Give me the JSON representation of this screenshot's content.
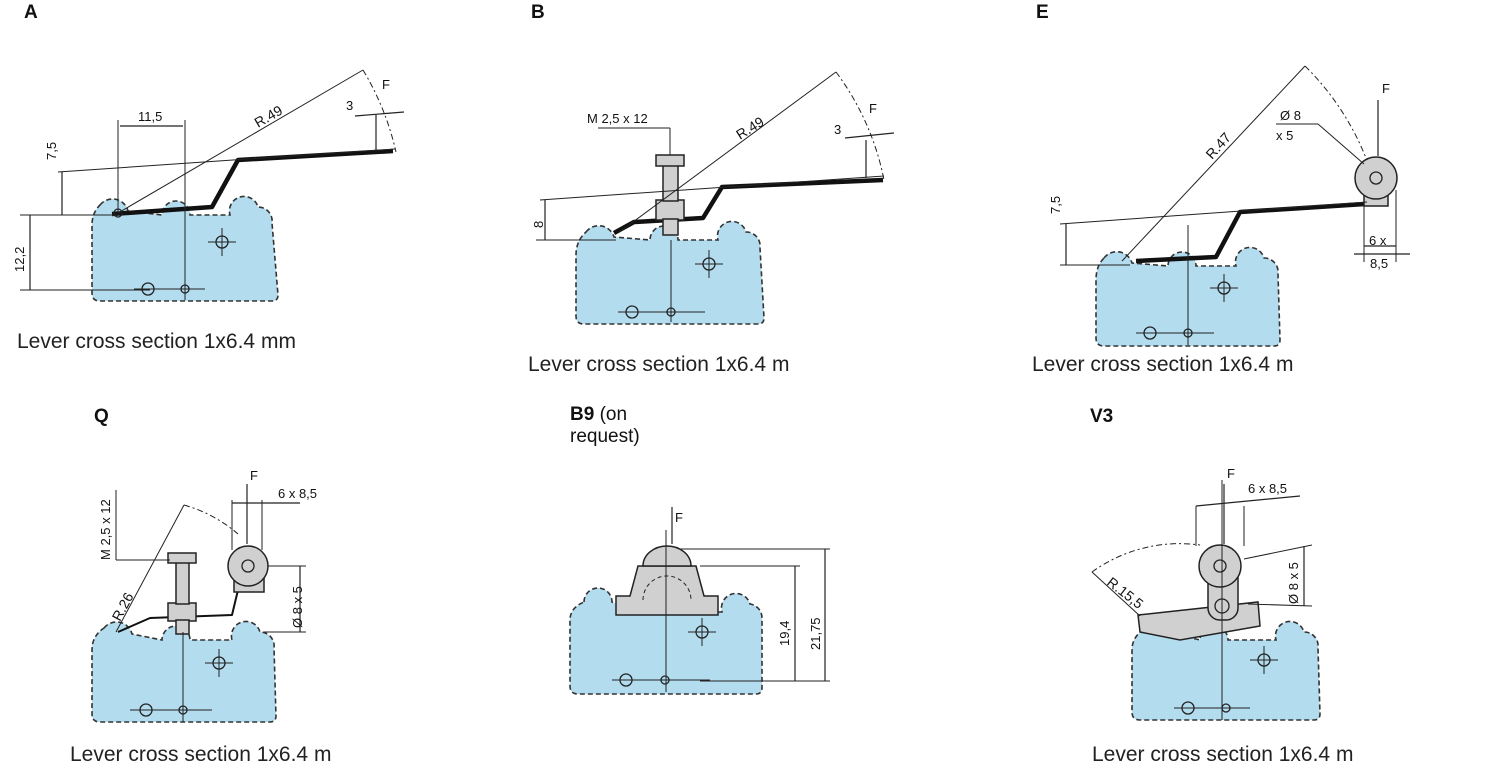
{
  "panels": [
    {
      "id": "A",
      "title": "A",
      "note": "",
      "caption": "Lever cross section 1x6.4 mm",
      "dims": {
        "d1": "11,5",
        "d2": "R.49",
        "d3": "3",
        "d4": "F",
        "d5": "7,5",
        "d6": "12,2"
      }
    },
    {
      "id": "B",
      "title": "B",
      "note": "",
      "caption": "Lever cross section 1x6.4 m",
      "dims": {
        "d1": "M 2,5 x 12",
        "d2": "R.49",
        "d3": "3",
        "d4": "F",
        "d5": "8"
      }
    },
    {
      "id": "E",
      "title": "E",
      "note": "",
      "caption": "Lever cross section 1x6.4 m",
      "dims": {
        "d1": "R.47",
        "d2": "F",
        "d3": "Ø 8",
        "d4": "x 5",
        "d5": "6 x",
        "d6": "8,5",
        "d7": "7,5"
      }
    },
    {
      "id": "Q",
      "title": "Q",
      "note": "",
      "caption": "Lever cross section 1x6.4 m",
      "dims": {
        "d1": "M 2,5 x 12",
        "d2": "R.26",
        "d3": "F",
        "d4": "6 x 8,5",
        "d5": "Ø 8 x 5"
      }
    },
    {
      "id": "B9",
      "title": "B9",
      "note": "(on request)",
      "caption": "",
      "dims": {
        "d1": "F",
        "d2": "19,4",
        "d3": "21,75"
      }
    },
    {
      "id": "V3",
      "title": "V3",
      "note": "",
      "caption": "Lever cross section 1x6.4 m",
      "dims": {
        "d1": "F",
        "d2": "6 x 8,5",
        "d3": "R.15,5",
        "d4": "Ø 8 x 5"
      }
    }
  ],
  "colors": {
    "switch_body": "#b3dcef",
    "outline": "#333333",
    "part": "#d0d0d0"
  }
}
